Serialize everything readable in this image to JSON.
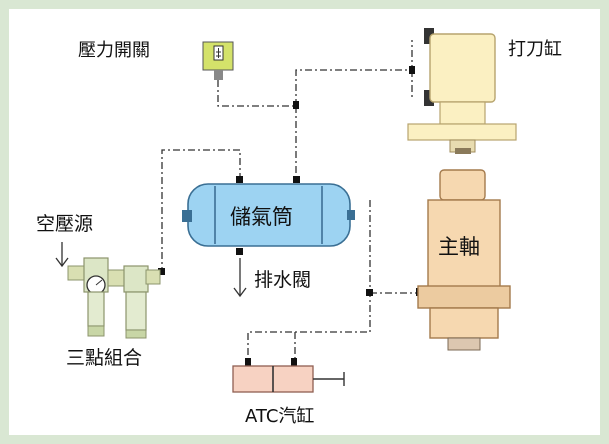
{
  "labels": {
    "pressure_switch": "壓力開關",
    "drawbar_cylinder": "打刀缸",
    "air_source": "空壓源",
    "storage_tank": "儲氣筒",
    "drain_valve": "排水閥",
    "spindle": "主軸",
    "frl_unit": "三點組合",
    "atc_cylinder": "ATC汽缸"
  },
  "colors": {
    "background": "#d9e7d3",
    "tank": "#9dd3f2",
    "spindle": "#f6d8b0",
    "cylinder": "#fbf0c2",
    "atc": "#f7d2c2",
    "switch": "#d4e26a",
    "line": "#333333"
  }
}
